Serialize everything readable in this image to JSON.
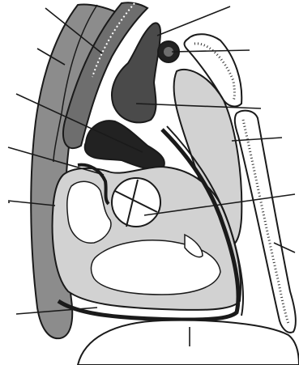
{
  "figure": {
    "kind": "anatomical cross-section line drawing",
    "labels_visible": false,
    "palette": {
      "background": "#ffffff",
      "outline": "#1a1a1a",
      "light_fill": "#d2d2d2",
      "mid_fill": "#8c8c8c",
      "dark_fill": "#4a4a4a",
      "darkest_fill": "#222222",
      "white_fill": "#ffffff",
      "speckle": "#333333"
    },
    "leader_lines": [
      "leader-top-left-1",
      "leader-top-left-2",
      "leader-left-1",
      "leader-left-2",
      "leader-left-3",
      "leader-left-4",
      "leader-bottom-left",
      "leader-top-center",
      "leader-top-right",
      "leader-right-1",
      "leader-right-2",
      "leader-right-3",
      "leader-right-4",
      "leader-bottom-center"
    ]
  }
}
